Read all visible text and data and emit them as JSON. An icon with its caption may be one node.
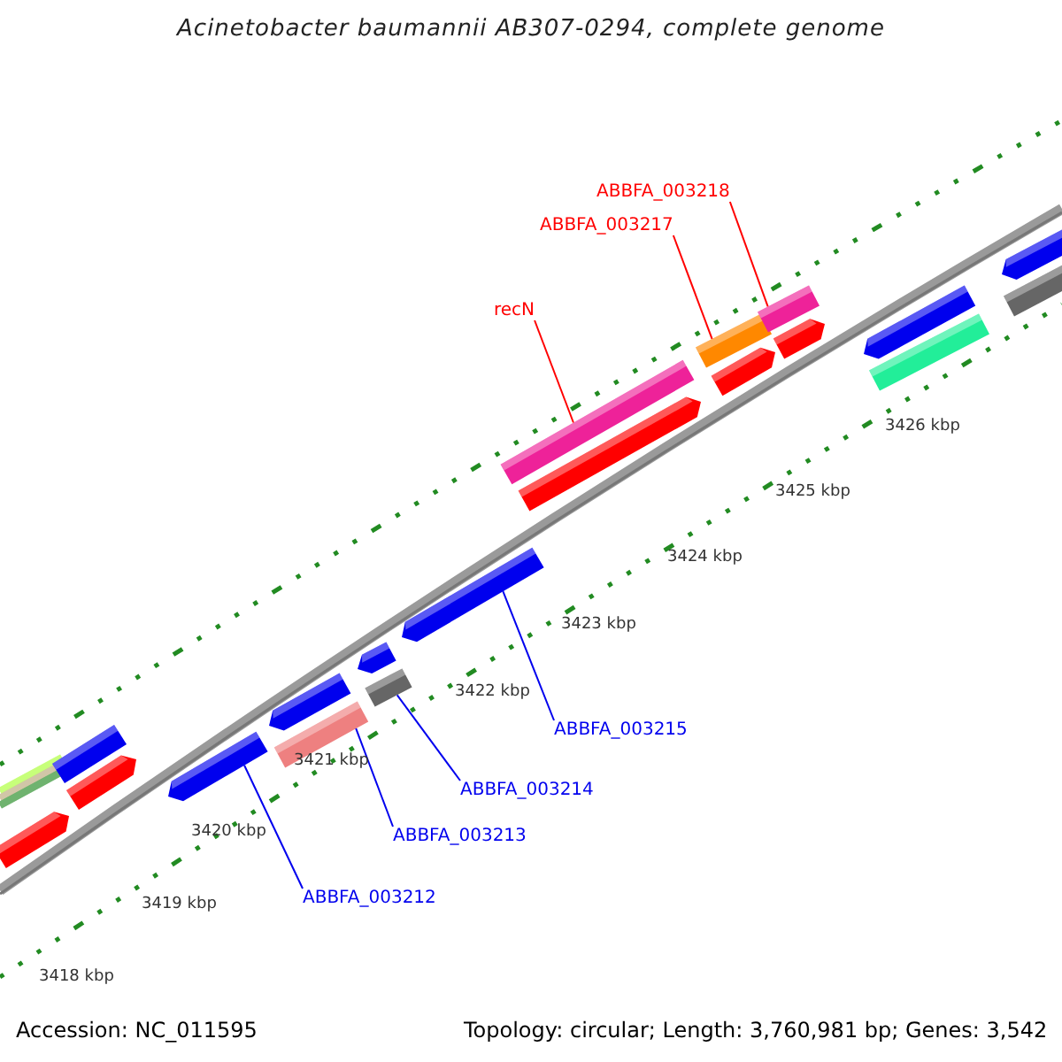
{
  "diagram": {
    "title": "Acinetobacter baumannii AB307-0294, complete genome",
    "nodes": [
      {
        "text": [
          "ABBFA_003218"
        ]
      },
      {
        "text": [
          "ABBFA_003217"
        ]
      },
      {
        "text": [
          "recN"
        ]
      },
      {
        "text": [
          "ABBFA_003215"
        ]
      },
      {
        "text": [
          "ABBFA_003214"
        ]
      },
      {
        "text": [
          "ABBFA_003213"
        ]
      },
      {
        "text": [
          "ABBFA_003212"
        ]
      },
      {
        "text": [],
        "shape": "bar"
      },
      {
        "text": [],
        "shape": "bar"
      },
      {
        "text": [],
        "shape": "bar"
      },
      {
        "text": [],
        "shape": "bar"
      },
      {
        "text": [],
        "shape": "bar"
      },
      {
        "text": [],
        "shape": "bar"
      },
      {
        "text": [],
        "shape": "bar"
      },
      {
        "text": [],
        "shape": "bar"
      },
      {
        "text": [],
        "shape": "bar"
      },
      {
        "text": [],
        "shape": "bar"
      },
      {
        "text": [],
        "shape": "bar"
      },
      {
        "text": [],
        "shape": "bar"
      },
      {
        "text": [],
        "shape": "bar"
      },
      {
        "text": [],
        "shape": "bar"
      },
      {
        "text": [],
        "shape": "bar"
      },
      {
        "text": [],
        "shape": "bar"
      },
      {
        "text": [],
        "shape": "bar"
      },
      {
        "text": [],
        "shape": "bar"
      },
      {
        "text": [],
        "shape": "bar"
      },
      {
        "text": [],
        "shape": "bar"
      },
      {
        "text": [],
        "shape": "bar"
      },
      {
        "text": [],
        "shape": "bar"
      }
    ],
    "edges": [
      {
        "from": 0,
        "to": 23,
        "arrow": "none",
        "color": "#ff0000"
      },
      {
        "from": 1,
        "to": 21,
        "arrow": "none",
        "color": "#ff0000"
      },
      {
        "from": 2,
        "to": 19,
        "arrow": "none",
        "color": "#ff0000"
      },
      {
        "from": 3,
        "to": 18,
        "arrow": "none"
      },
      {
        "from": 4,
        "to": 17,
        "arrow": "none"
      },
      {
        "from": 5,
        "to": 15,
        "arrow": "none"
      },
      {
        "from": 6,
        "to": 13,
        "arrow": "none"
      }
    ],
    "labels": [
      "3418 kbp",
      "3419 kbp",
      "3420 kbp",
      "3421 kbp",
      "3422 kbp",
      "3423 kbp",
      "3424 kbp",
      "3425 kbp",
      "3426 kbp",
      "Accession: NC_011595",
      "Topology: circular; Length: 3,760,981 bp; Genes: 3,542"
    ]
  }
}
